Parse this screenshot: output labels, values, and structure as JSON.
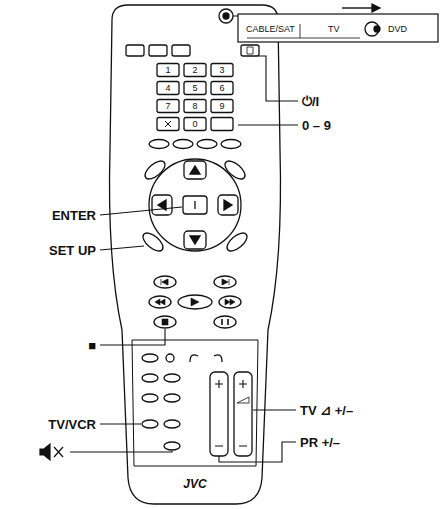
{
  "diagram": {
    "labels": [
      "CABLE/SAT",
      "TV",
      "DVD",
      "1",
      "2",
      "3",
      "4",
      "5",
      "6",
      "7",
      "8",
      "9",
      "0",
      "⏻/I",
      "0 – 9",
      "ENTER",
      "SET UP",
      "■",
      "TV/VCR",
      "TV ⊿ +/–",
      "PR +/–",
      "JVC"
    ]
  }
}
